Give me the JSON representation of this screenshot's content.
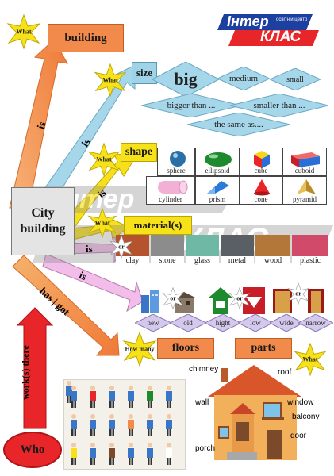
{
  "logo": {
    "line1": "Інтер",
    "line2": "КЛАС",
    "tag": "освітній центр"
  },
  "watermark": {
    "line1": "Інтер",
    "line2": "КЛАС",
    "tag": "освітній центр"
  },
  "center": {
    "line1": "City",
    "line2": "building"
  },
  "building_box": "building",
  "size_box": "size",
  "shape_box": "shape",
  "material_box": "material(s)",
  "floors_box": "floors",
  "parts_box": "parts",
  "who_box": "Who",
  "arrows": {
    "is1": "is",
    "is2": "is",
    "is3": "is",
    "is4": "is",
    "is5": "is",
    "has_got": "has | got",
    "works_there": "work(s) there"
  },
  "stars": {
    "what1": "What",
    "what2": "What",
    "what3": "What",
    "what4": "What",
    "what5": "What",
    "how_many": "How many",
    "or": "or"
  },
  "sizes": {
    "big": "big",
    "medium": "medium",
    "small": "small",
    "bigger": "bigger than ...",
    "smaller": "smaller than ...",
    "same": "the same as...."
  },
  "shapes": [
    "sphere",
    "ellipsoid",
    "cube",
    "cuboid",
    "cylinder",
    "prism",
    "cone",
    "pyramid"
  ],
  "materials": [
    "clay",
    "stone",
    "glass",
    "metal",
    "wood",
    "plastic"
  ],
  "adjectives": [
    "new",
    "old",
    "hight",
    "low",
    "wide",
    "narrow"
  ],
  "house_parts": {
    "chimney": "chimney",
    "roof": "roof",
    "wall": "wall",
    "window": "window",
    "balcony": "balcony",
    "door": "door",
    "porch": "porch"
  },
  "colors": {
    "orange": "#f28a4c",
    "light_blue": "#9fd3e8",
    "yellow": "#f7e21a",
    "pink": "#f0b6e8",
    "red": "#e8262a",
    "diamond": "#d4c8ec"
  }
}
